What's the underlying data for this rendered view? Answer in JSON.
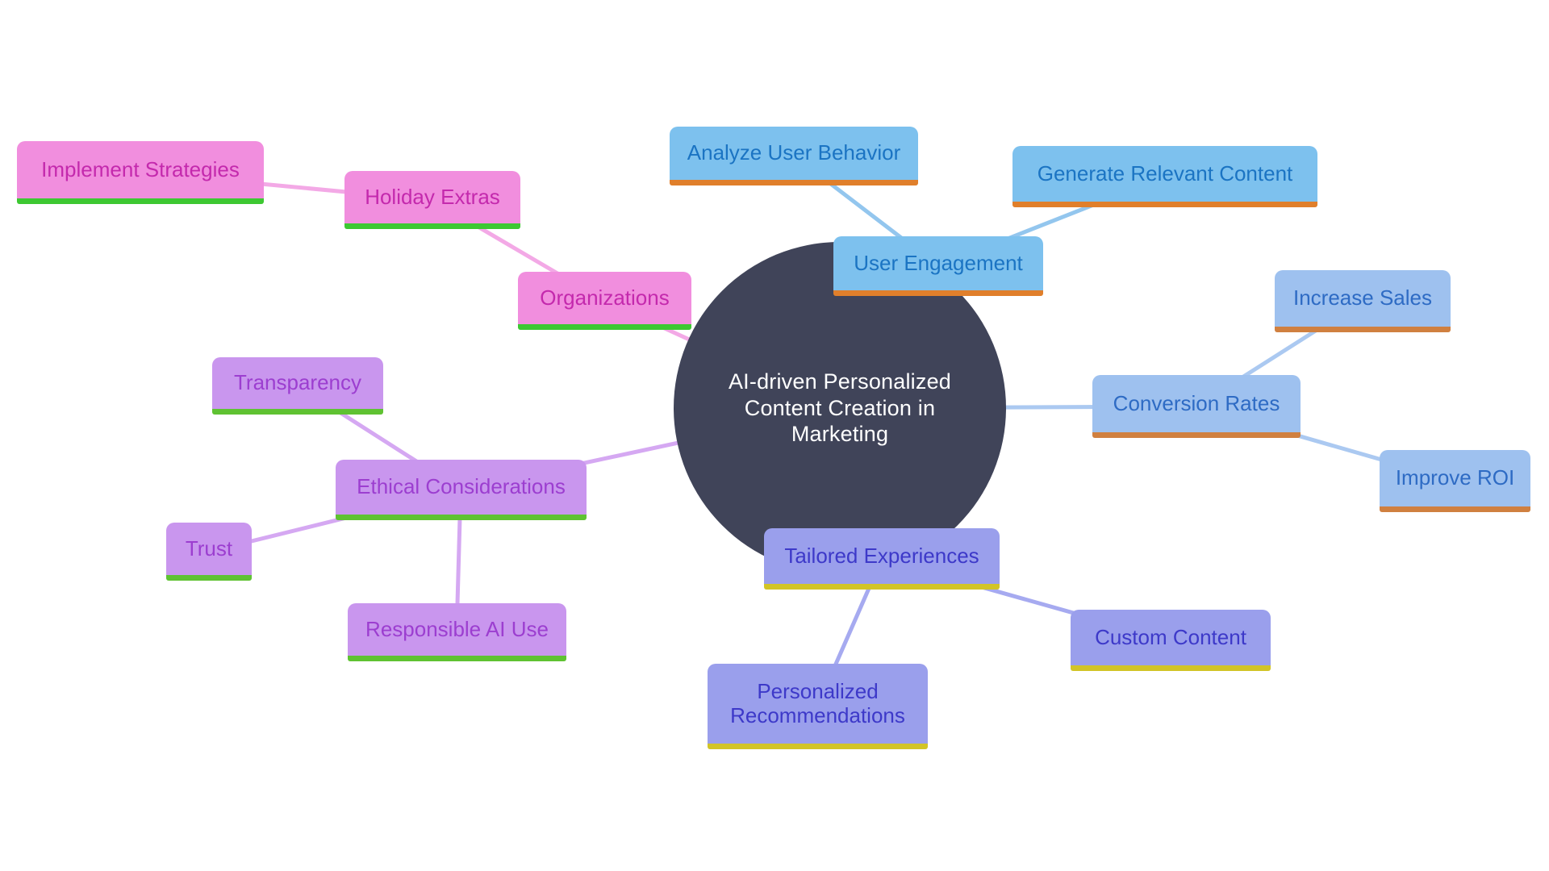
{
  "diagram": {
    "center": {
      "label": "AI-driven Personalized Content Creation in Marketing",
      "fill": "#404459",
      "text_color": "#ffffff"
    },
    "background": "#ffffff",
    "branches": [
      {
        "id": "engagement",
        "colors": {
          "fill": "#7dc1ee",
          "text": "#1b74c3",
          "underline": "#e07f2b",
          "line": "#93c6ee"
        },
        "nodes": [
          {
            "id": "user-engagement",
            "label": "User Engagement"
          },
          {
            "id": "analyze-user-behavior",
            "label": "Analyze User Behavior"
          },
          {
            "id": "generate-relevant-content",
            "label": "Generate Relevant Content"
          }
        ]
      },
      {
        "id": "conversion",
        "colors": {
          "fill": "#9ec1ef",
          "text": "#2e6bc4",
          "underline": "#d08040",
          "line": "#abc9f1"
        },
        "nodes": [
          {
            "id": "conversion-rates",
            "label": "Conversion Rates"
          },
          {
            "id": "increase-sales",
            "label": "Increase Sales"
          },
          {
            "id": "improve-roi",
            "label": "Improve ROI"
          }
        ]
      },
      {
        "id": "tailored",
        "colors": {
          "fill": "#9a9fec",
          "text": "#3d39c9",
          "underline": "#d2c427",
          "line": "#a6aaf0"
        },
        "nodes": [
          {
            "id": "tailored-experiences",
            "label": "Tailored Experiences"
          },
          {
            "id": "custom-content",
            "label": "Custom Content"
          },
          {
            "id": "personalized-recommendations",
            "label": "Personalized Recommendations"
          }
        ]
      },
      {
        "id": "ethical",
        "colors": {
          "fill": "#c996ee",
          "text": "#9c3ed0",
          "underline": "#5fc232",
          "line": "#d5a8f2"
        },
        "nodes": [
          {
            "id": "ethical-considerations",
            "label": "Ethical Considerations"
          },
          {
            "id": "transparency",
            "label": "Transparency"
          },
          {
            "id": "trust",
            "label": "Trust"
          },
          {
            "id": "responsible-ai-use",
            "label": "Responsible AI Use"
          }
        ]
      },
      {
        "id": "organizations",
        "colors": {
          "fill": "#f18ede",
          "text": "#c429ad",
          "underline": "#3dc832",
          "line": "#f3a9e6"
        },
        "nodes": [
          {
            "id": "organizations",
            "label": "Organizations"
          },
          {
            "id": "holiday-extras",
            "label": "Holiday Extras"
          },
          {
            "id": "implement-strategies",
            "label": "Implement Strategies"
          }
        ]
      }
    ]
  }
}
